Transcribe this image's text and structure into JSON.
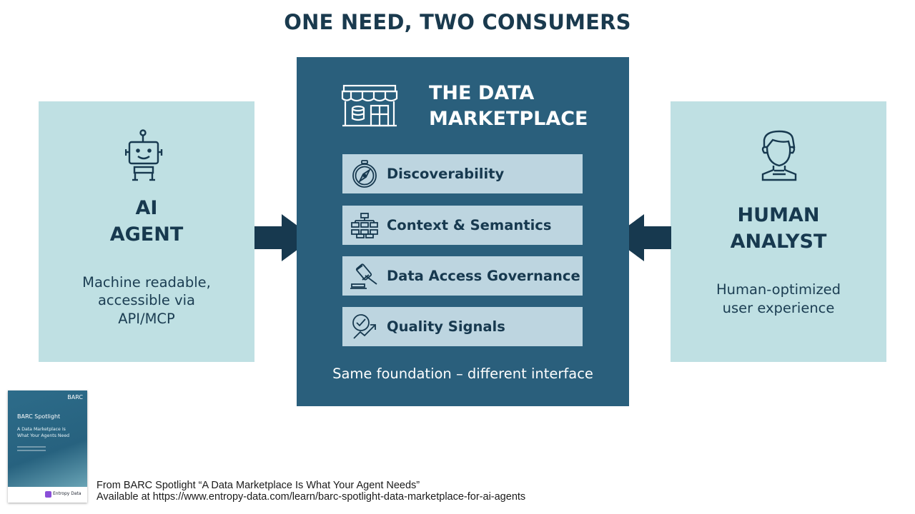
{
  "title": "ONE NEED, TWO CONSUMERS",
  "left_panel": {
    "icon": "robot-icon",
    "heading_line1": "AI",
    "heading_line2": "AGENT",
    "text_line1": "Machine readable,",
    "text_line2": "accessible via",
    "text_line3": "API/MCP"
  },
  "right_panel": {
    "icon": "person-icon",
    "heading_line1": "HUMAN",
    "heading_line2": "ANALYST",
    "text_line1": "Human-optimized",
    "text_line2": "user experience"
  },
  "center_panel": {
    "icon": "storefront-database-icon",
    "title_line1": "THE DATA",
    "title_line2": "MARKETPLACE",
    "features": [
      {
        "label": "Discoverability",
        "icon": "compass-icon"
      },
      {
        "label": "Context & Semantics",
        "icon": "hierarchy-icon"
      },
      {
        "label": "Data Access Governance",
        "icon": "gavel-icon"
      },
      {
        "label": "Quality Signals",
        "icon": "check-trend-icon"
      }
    ],
    "footer": "Same foundation – different interface"
  },
  "cover": {
    "brand": "BARC",
    "title": "BARC Spotlight",
    "subtitle_line1": "A Data Marketplace Is",
    "subtitle_line2": "What Your Agents Need",
    "logo_text": "Entropy Data"
  },
  "citation": {
    "line1": "From BARC Spotlight “A Data Marketplace Is What Your Agent Needs”",
    "line2": "Available at https://www.entropy-data.com/learn/barc-spotlight-data-marketplace-for-ai-agents"
  },
  "colors": {
    "side_panel": "#bfe0e3",
    "center_panel": "#2a5f7c",
    "feature_box": "#bdd5e0",
    "arrow": "#17394f"
  }
}
